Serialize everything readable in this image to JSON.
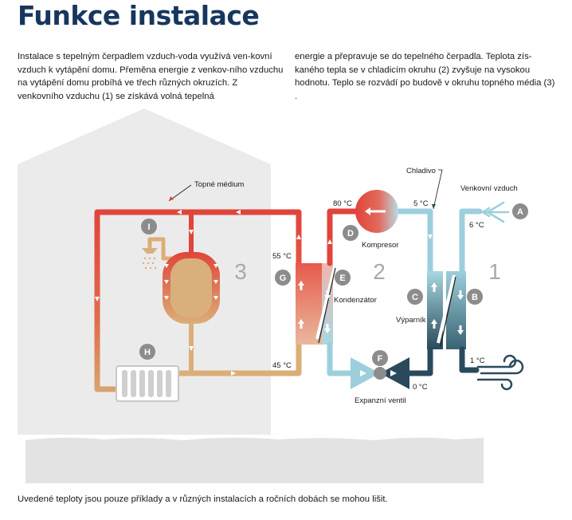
{
  "page": {
    "title": "Funkce instalace",
    "intro_left": "Instalace s tepelným čerpadlem vzduch-voda využívá ven-kovní vzduch k vytápění domu. Přeměna energie z venkov-ního vzduchu na vytápění domu probíhá ve třech různých okruzích. Z venkovního vzduchu (1)  se získává volná tepelná",
    "intro_right": "energie a přepravuje se do tepelného čerpadla. Teplota zís-kaného tepla se v chladicím okruhu (2)  zvyšuje na vysokou hodnotu. Teplo se rozvádí po budově v okruhu topného média (3) .",
    "footnote": "Uvedené teploty jsou pouze příklady a v různých instalacích a ročních dobách se mohou lišit."
  },
  "diagram": {
    "labels": {
      "topne_medium": "Topné médium",
      "chladivo": "Chladivo",
      "venkovni_vzduch": "Venkovní vzduch",
      "kompresor": "Kompresor",
      "kondenzator": "Kondenzátor",
      "vyparnik": "Výparník",
      "expanzni_ventil": "Expanzní ventil"
    },
    "temperatures": {
      "t80": "80 °C",
      "t5": "5 °C",
      "t6": "6 °C",
      "t55": "55 °C",
      "t45": "45 °C",
      "t1": "1 °C",
      "t0": "0 °C"
    },
    "circuit_numbers": {
      "one": "1",
      "two": "2",
      "three": "3"
    },
    "markers": {
      "a": "A",
      "b": "B",
      "c": "C",
      "d": "D",
      "e": "E",
      "f": "F",
      "g": "G",
      "h": "H",
      "i": "I"
    },
    "colors": {
      "hot": "#e0443a",
      "warm": "#d9b27a",
      "cold": "#9ccfdb",
      "dark_cold": "#2a4a5c",
      "title": "#17365f",
      "house": "#ebebeb",
      "marker": "#8c8c8c"
    }
  }
}
